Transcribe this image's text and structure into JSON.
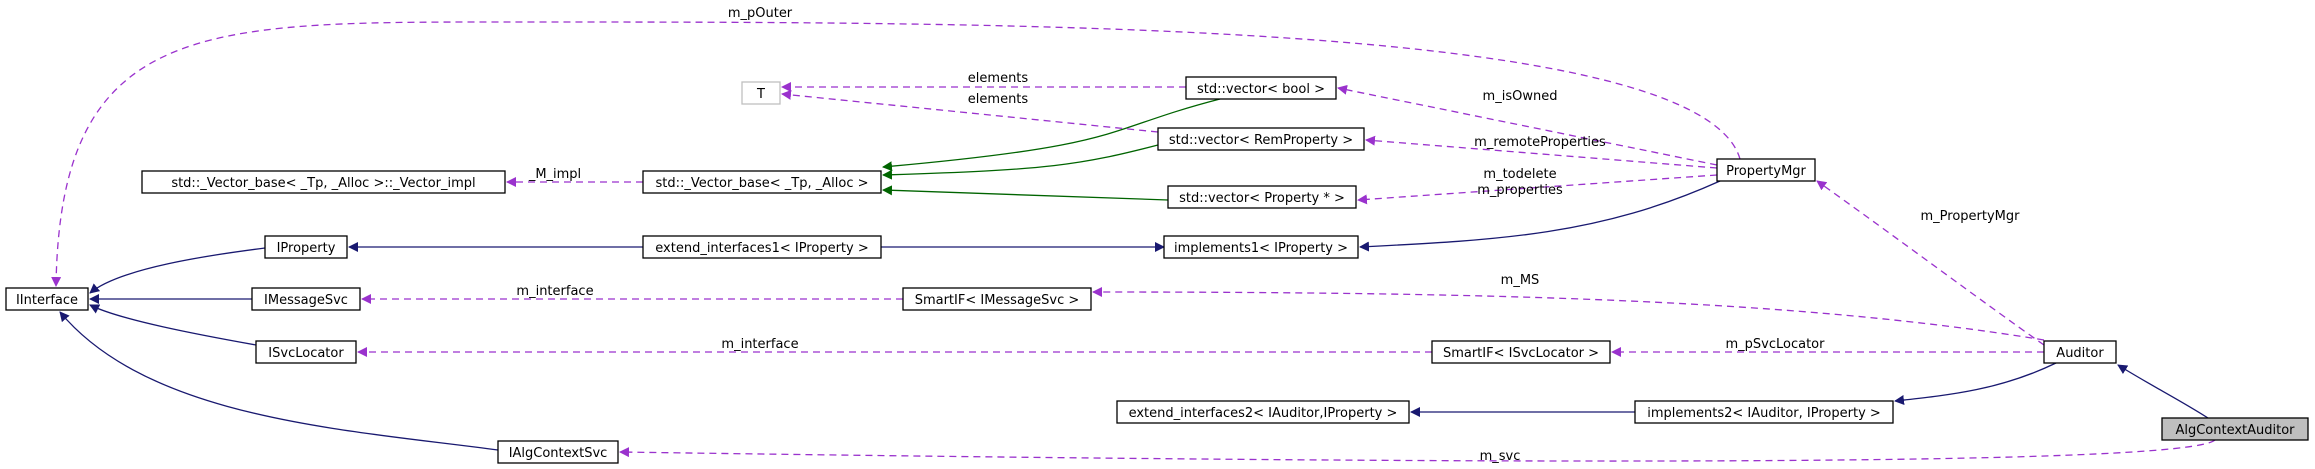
{
  "colors": {
    "inherit_public": "#191970",
    "inherit_template": "#006400",
    "usage": "#9a32cd",
    "node_border": "#000000",
    "node_border_muted": "#bfbfbf",
    "focus_fill": "#bfbfbf"
  },
  "nodes": [
    {
      "id": "IInterface",
      "label": "IInterface"
    },
    {
      "id": "IProperty",
      "label": "IProperty"
    },
    {
      "id": "IMessageSvc",
      "label": "IMessageSvc"
    },
    {
      "id": "ISvcLocator",
      "label": "ISvcLocator"
    },
    {
      "id": "IAlgContextSvc",
      "label": "IAlgContextSvc"
    },
    {
      "id": "VectorImpl",
      "label": "std::_Vector_base< _Tp, _Alloc >::_Vector_impl"
    },
    {
      "id": "VectorBase",
      "label": "std::_Vector_base< _Tp, _Alloc >"
    },
    {
      "id": "ExtInt1",
      "label": "extend_interfaces1< IProperty >"
    },
    {
      "id": "T",
      "label": "T"
    },
    {
      "id": "VecBool",
      "label": "std::vector< bool >"
    },
    {
      "id": "VecRem",
      "label": "std::vector< RemProperty >"
    },
    {
      "id": "VecProp",
      "label": "std::vector< Property * >"
    },
    {
      "id": "Impl1",
      "label": "implements1< IProperty >"
    },
    {
      "id": "SmartMsg",
      "label": "SmartIF< IMessageSvc >"
    },
    {
      "id": "SmartLoc",
      "label": "SmartIF< ISvcLocator >"
    },
    {
      "id": "ExtInt2",
      "label": "extend_interfaces2< IAuditor,IProperty >"
    },
    {
      "id": "Impl2",
      "label": "implements2< IAuditor, IProperty >"
    },
    {
      "id": "PropertyMgr",
      "label": "PropertyMgr"
    },
    {
      "id": "Auditor",
      "label": "Auditor"
    },
    {
      "id": "AlgContextAuditor",
      "label": "AlgContextAuditor"
    }
  ],
  "edges": [
    {
      "from": "IProperty",
      "to": "IInterface",
      "kind": "inherit_public",
      "label": ""
    },
    {
      "from": "IMessageSvc",
      "to": "IInterface",
      "kind": "inherit_public",
      "label": ""
    },
    {
      "from": "ISvcLocator",
      "to": "IInterface",
      "kind": "inherit_public",
      "label": ""
    },
    {
      "from": "IAlgContextSvc",
      "to": "IInterface",
      "kind": "inherit_public",
      "label": ""
    },
    {
      "from": "VectorBase",
      "to": "VectorImpl",
      "kind": "usage",
      "label": "_M_impl"
    },
    {
      "from": "ExtInt1",
      "to": "IProperty",
      "kind": "inherit_public",
      "label": ""
    },
    {
      "from": "VecBool",
      "to": "VectorBase",
      "kind": "inherit_template",
      "label": ""
    },
    {
      "from": "VecRem",
      "to": "VectorBase",
      "kind": "inherit_template",
      "label": ""
    },
    {
      "from": "VecProp",
      "to": "VectorBase",
      "kind": "inherit_template",
      "label": ""
    },
    {
      "from": "VecBool",
      "to": "T",
      "kind": "usage",
      "label": "elements"
    },
    {
      "from": "VecRem",
      "to": "T",
      "kind": "usage",
      "label": "elements"
    },
    {
      "from": "Impl1",
      "to": "ExtInt1",
      "kind": "inherit_public",
      "label": ""
    },
    {
      "from": "SmartMsg",
      "to": "IMessageSvc",
      "kind": "usage",
      "label": "m_interface"
    },
    {
      "from": "SmartLoc",
      "to": "ISvcLocator",
      "kind": "usage",
      "label": "m_interface"
    },
    {
      "from": "Impl2",
      "to": "ExtInt2",
      "kind": "inherit_public",
      "label": ""
    },
    {
      "from": "PropertyMgr",
      "to": "Impl1",
      "kind": "inherit_public",
      "label": ""
    },
    {
      "from": "PropertyMgr",
      "to": "VecBool",
      "kind": "usage",
      "label": "m_isOwned"
    },
    {
      "from": "PropertyMgr",
      "to": "VecRem",
      "kind": "usage",
      "label": "m_remoteProperties"
    },
    {
      "from": "PropertyMgr",
      "to": "VecProp",
      "kind": "usage",
      "label": "m_todelete\nm_properties"
    },
    {
      "from": "PropertyMgr",
      "to": "IInterface",
      "kind": "usage",
      "label": "m_pOuter"
    },
    {
      "from": "Auditor",
      "to": "PropertyMgr",
      "kind": "usage",
      "label": "m_PropertyMgr"
    },
    {
      "from": "Auditor",
      "to": "SmartMsg",
      "kind": "usage",
      "label": "m_MS"
    },
    {
      "from": "Auditor",
      "to": "SmartLoc",
      "kind": "usage",
      "label": "m_pSvcLocator"
    },
    {
      "from": "Auditor",
      "to": "Impl2",
      "kind": "inherit_public",
      "label": ""
    },
    {
      "from": "AlgContextAuditor",
      "to": "Auditor",
      "kind": "inherit_public",
      "label": ""
    },
    {
      "from": "AlgContextAuditor",
      "to": "IAlgContextSvc",
      "kind": "usage",
      "label": "m_svc"
    }
  ]
}
